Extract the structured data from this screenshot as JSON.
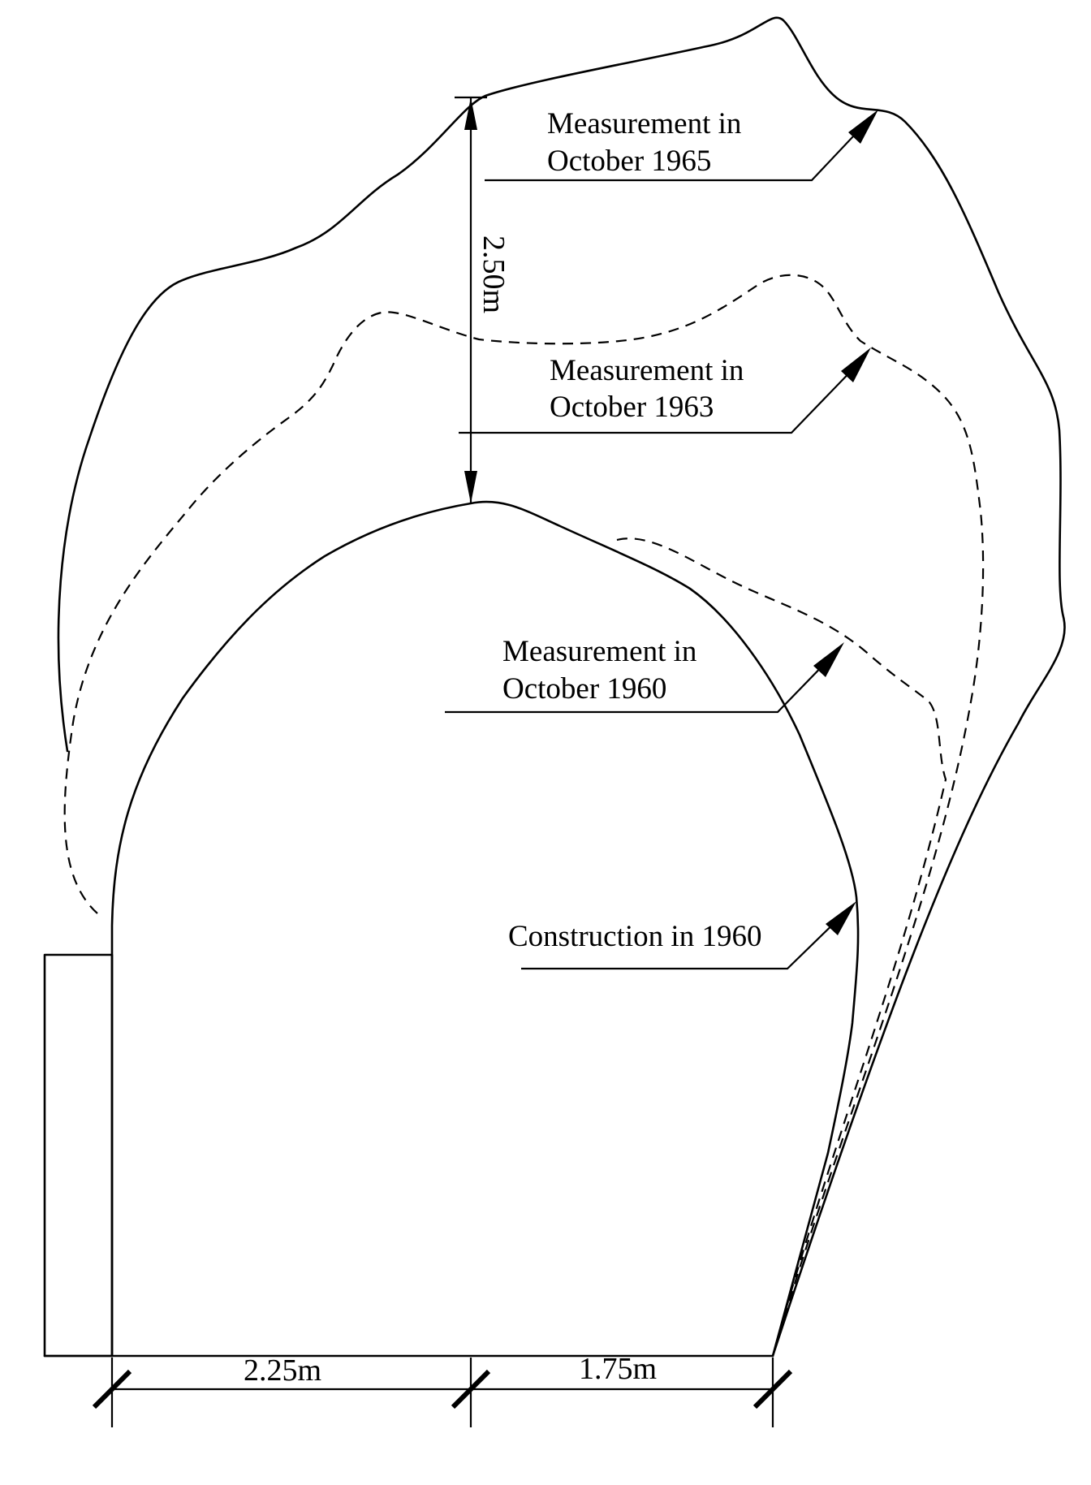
{
  "labels": {
    "oct1965": {
      "line1": "Measurement in",
      "line2": "October 1965"
    },
    "oct1963": {
      "line1": "Measurement in",
      "line2": "October 1963"
    },
    "oct1960": {
      "line1": "Measurement in",
      "line2": "October 1960"
    },
    "construction": {
      "line1": "Construction in 1960"
    }
  },
  "dimensions": {
    "height": "2.50m",
    "left_width": "2.25m",
    "right_width": "1.75m"
  }
}
